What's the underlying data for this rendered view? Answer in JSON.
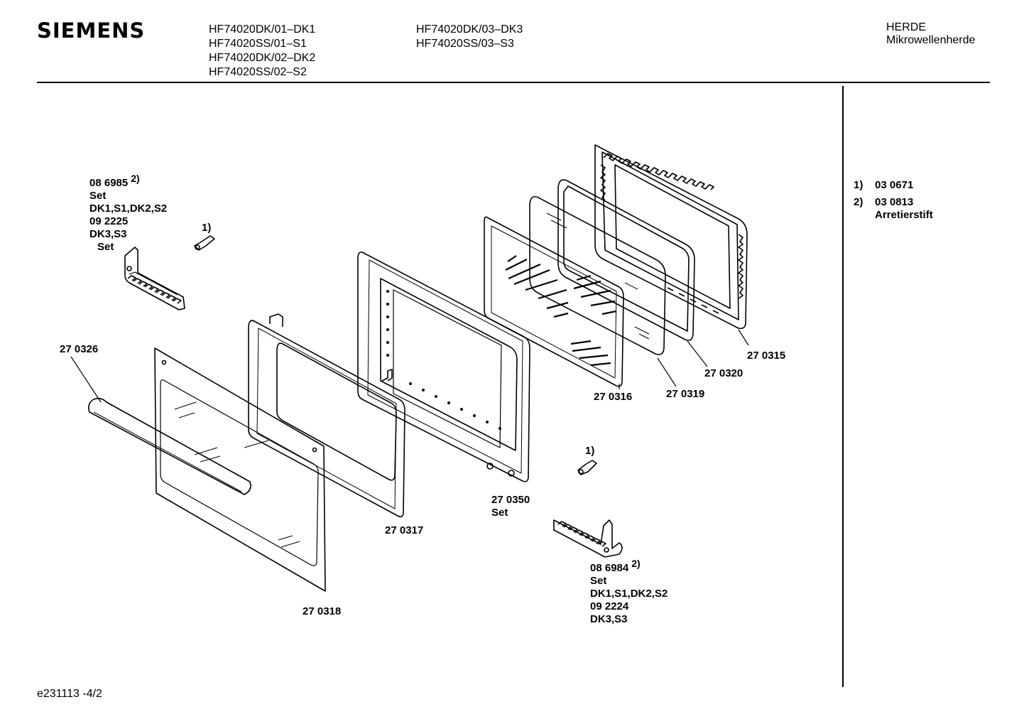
{
  "header": {
    "brand": "SIEMENS",
    "models_col1": [
      "HF74020DK/01–DK1",
      "HF74020SS/01–S1",
      "HF74020DK/02–DK2",
      "HF74020SS/02–S2"
    ],
    "models_col2": [
      "HF74020DK/03–DK3",
      "HF74020SS/03–S3"
    ],
    "category": "HERDE",
    "subcategory": "Mikrowellenherde"
  },
  "hinge_left": {
    "part": "08 6985",
    "note_ref": "2)",
    "lines": [
      "Set",
      "DK1,S1,DK2,S2",
      "09 2225",
      "DK3,S3",
      "Set"
    ]
  },
  "hinge_right": {
    "part": "08 6984",
    "note_ref": "2)",
    "lines": [
      "Set",
      "DK1,S1,DK2,S2",
      "09 2224",
      "DK3,S3"
    ]
  },
  "callouts": {
    "pin_left": "1)",
    "pin_right": "1)",
    "handle": "27 0326",
    "outer_glass": "27 0318",
    "inner_frame": "27 0317",
    "door_frame": "27 0350",
    "door_frame_set": "Set",
    "mesh_panel": "27 0316",
    "glass_pane": "27 0319",
    "seal": "27 0320",
    "choke": "27 0315"
  },
  "notes": [
    {
      "num": "1)",
      "part": "03 0671",
      "desc": ""
    },
    {
      "num": "2)",
      "part": "03 0813",
      "desc": "Arretierstift"
    }
  ],
  "footer": {
    "drawing_id": "e231113 -4/2"
  }
}
